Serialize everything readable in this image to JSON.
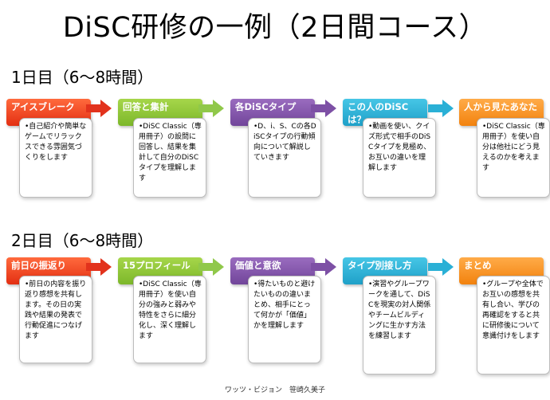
{
  "title": "DiSC研修の一例（2日間コース）",
  "days": [
    {
      "title": "1日目（6～8時間）",
      "steps": [
        {
          "header": "アイスブレーク",
          "desc": "•自己紹介や簡単なゲームでリラックスできる雰囲気づくりをします",
          "color": "#e63a1a"
        },
        {
          "header": "回答と集計",
          "desc": "•DiSC Classic（専用冊子）の設問に回答し、結果を集計して自分のDiSCタイプを理解します",
          "color": "#8cc43a"
        },
        {
          "header": "各DiSCタイプ",
          "desc": "•D、i、S、Cの各DiSCタイプの行動傾向について解説していきます",
          "color": "#7d50a5"
        },
        {
          "header": "この人のDiSCは？",
          "desc": "•動画を使い、クイズ形式で相手のDiSCタイプを見極め、お互いの違いを理解します",
          "color": "#2ab0d6"
        },
        {
          "header": "人から見たあなた",
          "desc": "•DiSC Classic（専用冊子）を使い自分は他社にどう見えるのかを考えます",
          "color": "#f6921e"
        }
      ]
    },
    {
      "title": "2日目（6～8時間）",
      "steps": [
        {
          "header": "前日の振返り",
          "desc": "•前日の内容を振り返り感想を共有します。その日の実践や結果の発表で行動促進につなげます",
          "color": "#e63a1a"
        },
        {
          "header": "15プロフィール",
          "desc": "•DiSC Classic（専用冊子）を使い自分の強みと弱みや特性をさらに細分化し、深く理解します",
          "color": "#8cc43a"
        },
        {
          "header": "価値と意欲",
          "desc": "•得たいものと避けたいものの違いまとめ、相手にとって何かが「価値」かを理解します",
          "color": "#7d50a5"
        },
        {
          "header": "タイプ別接し方",
          "desc": "•演習やグループワークを通して、DiSCを現実の対人関係やチームビルディングに生かす方法を練習します",
          "color": "#2ab0d6"
        },
        {
          "header": "まとめ",
          "desc": "•グループや全体でお互いの感想を共有し合い、学びの再確認をすると共に研修後について意識付けをします",
          "color": "#f6921e"
        }
      ]
    }
  ],
  "footer": "ワッツ・ビジョン　笹崎久美子"
}
